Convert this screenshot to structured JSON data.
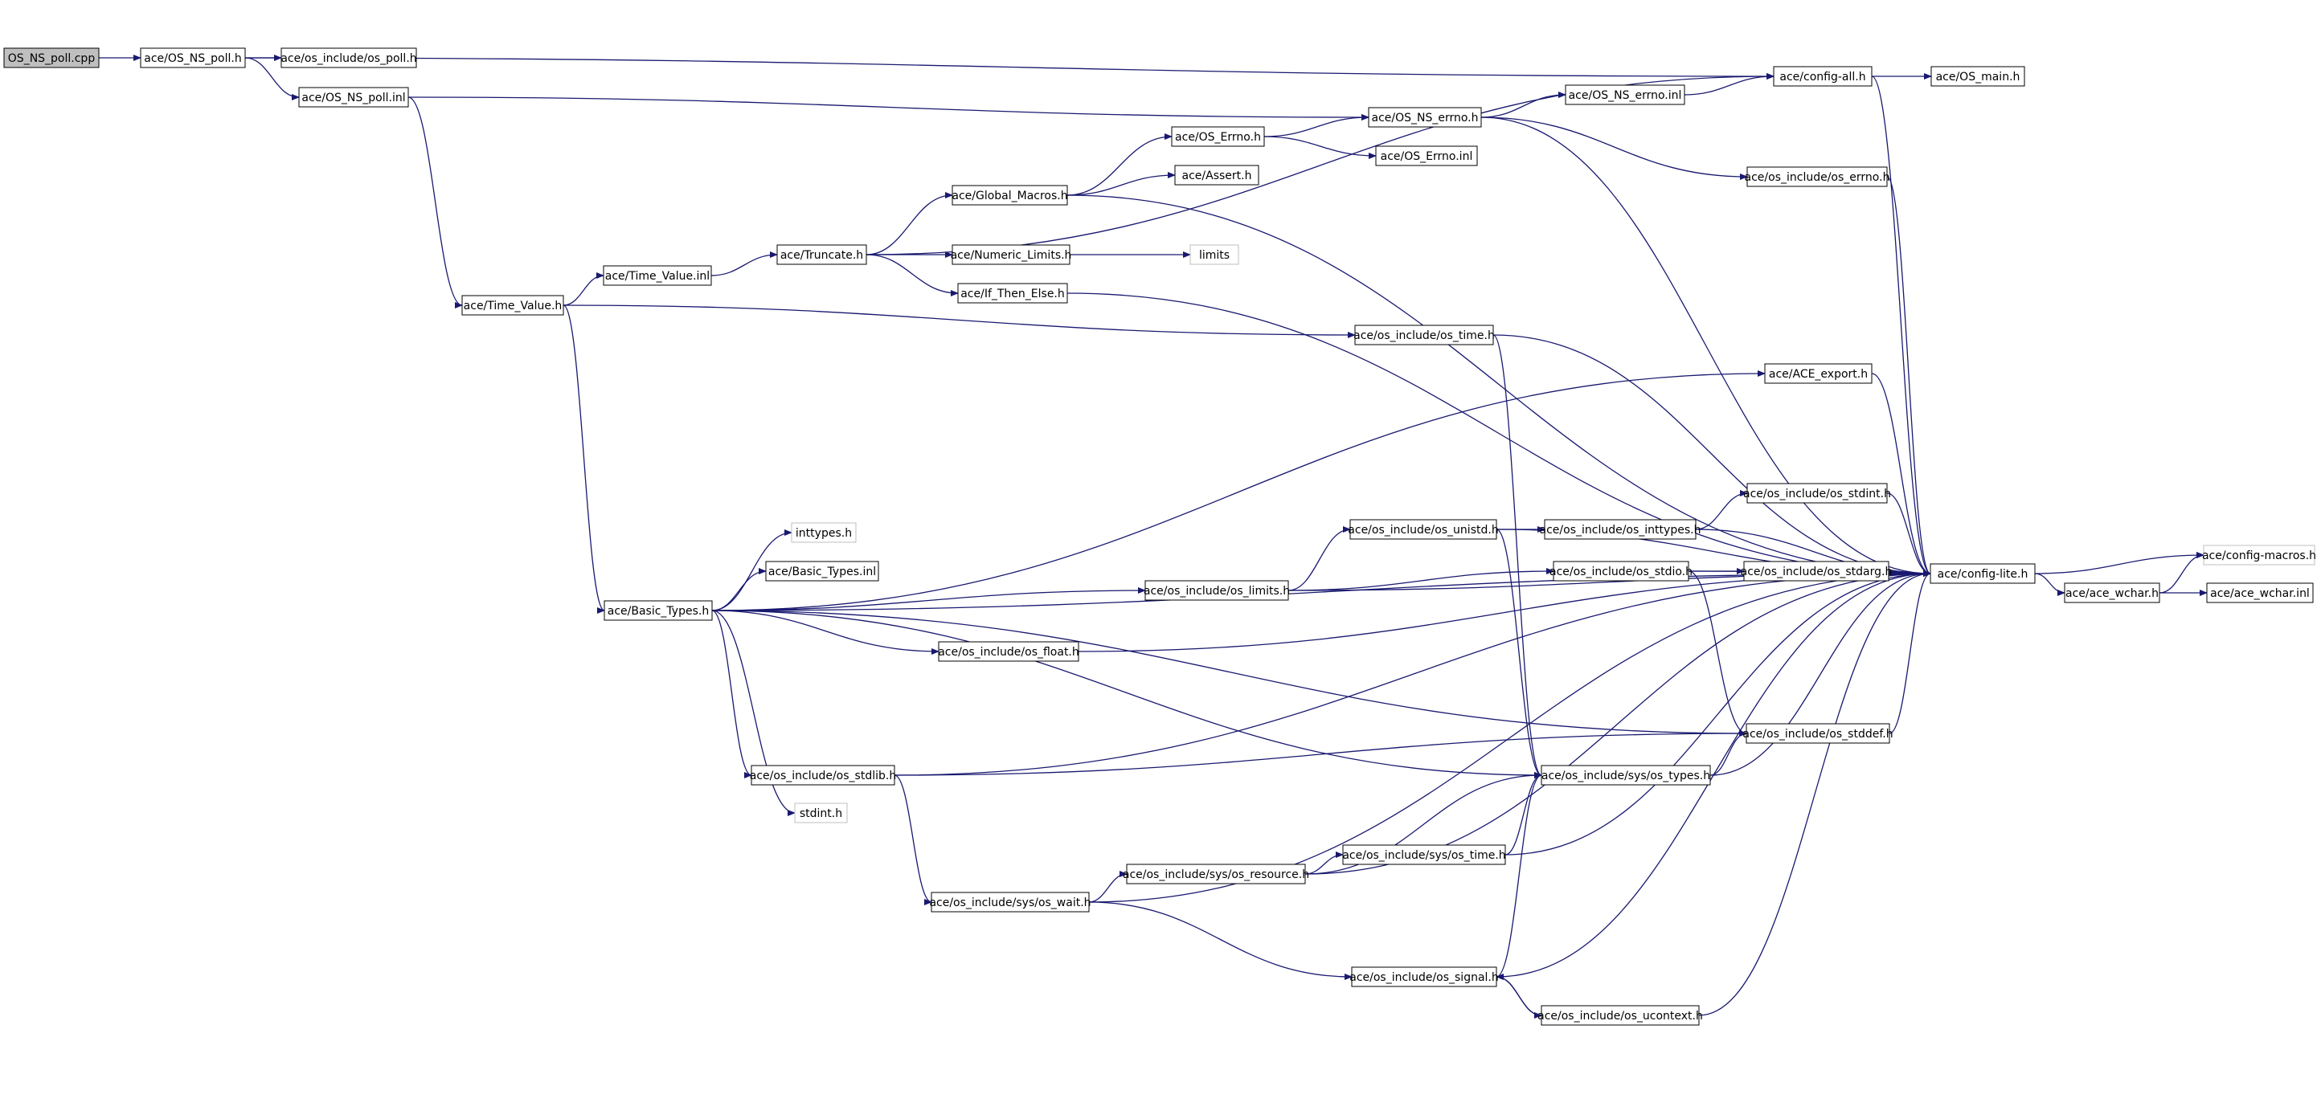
{
  "colors": {
    "edge": "#191970",
    "node_border": "#000000",
    "ghost_border": "#bfbfbf",
    "root_fill": "#bfbfbf",
    "node_fill": "#ffffff",
    "text": "#000000"
  },
  "nodes": [
    {
      "id": "n_root",
      "label": "OS_NS_poll.cpp",
      "style": "root"
    },
    {
      "id": "n_ns_poll_h",
      "label": "ace/OS_NS_poll.h",
      "style": "normal"
    },
    {
      "id": "n_os_poll_h",
      "label": "ace/os_include/os_poll.h",
      "style": "normal"
    },
    {
      "id": "n_ns_poll_inl",
      "label": "ace/OS_NS_poll.inl",
      "style": "normal"
    },
    {
      "id": "n_config_all",
      "label": "ace/config-all.h",
      "style": "normal"
    },
    {
      "id": "n_os_main",
      "label": "ace/OS_main.h",
      "style": "normal"
    },
    {
      "id": "n_ns_errno_inl",
      "label": "ace/OS_NS_errno.inl",
      "style": "normal"
    },
    {
      "id": "n_ns_errno_h",
      "label": "ace/OS_NS_errno.h",
      "style": "normal"
    },
    {
      "id": "n_errno_h",
      "label": "ace/OS_Errno.h",
      "style": "normal"
    },
    {
      "id": "n_errno_inl",
      "label": "ace/OS_Errno.inl",
      "style": "normal"
    },
    {
      "id": "n_assert",
      "label": "ace/Assert.h",
      "style": "normal"
    },
    {
      "id": "n_global_macros",
      "label": "ace/Global_Macros.h",
      "style": "normal"
    },
    {
      "id": "n_os_errno",
      "label": "ace/os_include/os_errno.h",
      "style": "normal"
    },
    {
      "id": "n_numeric_limits",
      "label": "ace/Numeric_Limits.h",
      "style": "normal"
    },
    {
      "id": "n_limits",
      "label": "limits",
      "style": "ghost"
    },
    {
      "id": "n_truncate",
      "label": "ace/Truncate.h",
      "style": "normal"
    },
    {
      "id": "n_time_value_inl",
      "label": "ace/Time_Value.inl",
      "style": "normal"
    },
    {
      "id": "n_if_then_else",
      "label": "ace/If_Then_Else.h",
      "style": "normal"
    },
    {
      "id": "n_time_value_h",
      "label": "ace/Time_Value.h",
      "style": "normal"
    },
    {
      "id": "n_os_time",
      "label": "ace/os_include/os_time.h",
      "style": "normal"
    },
    {
      "id": "n_ace_export",
      "label": "ace/ACE_export.h",
      "style": "normal"
    },
    {
      "id": "n_os_stdint",
      "label": "ace/os_include/os_stdint.h",
      "style": "normal"
    },
    {
      "id": "n_os_unistd",
      "label": "ace/os_include/os_unistd.h",
      "style": "normal"
    },
    {
      "id": "n_os_inttypes",
      "label": "ace/os_include/os_inttypes.h",
      "style": "normal"
    },
    {
      "id": "n_inttypes",
      "label": "inttypes.h",
      "style": "ghost"
    },
    {
      "id": "n_basic_types_inl",
      "label": "ace/Basic_Types.inl",
      "style": "normal"
    },
    {
      "id": "n_config_macros",
      "label": "ace/config-macros.h",
      "style": "ghost"
    },
    {
      "id": "n_os_stdio",
      "label": "ace/os_include/os_stdio.h",
      "style": "normal"
    },
    {
      "id": "n_os_stdarg",
      "label": "ace/os_include/os_stdarg.h",
      "style": "normal"
    },
    {
      "id": "n_config_lite",
      "label": "ace/config-lite.h",
      "style": "normal"
    },
    {
      "id": "n_basic_types_h",
      "label": "ace/Basic_Types.h",
      "style": "normal"
    },
    {
      "id": "n_os_limits",
      "label": "ace/os_include/os_limits.h",
      "style": "normal"
    },
    {
      "id": "n_ace_wchar_h",
      "label": "ace/ace_wchar.h",
      "style": "normal"
    },
    {
      "id": "n_ace_wchar_inl",
      "label": "ace/ace_wchar.inl",
      "style": "normal"
    },
    {
      "id": "n_os_float",
      "label": "ace/os_include/os_float.h",
      "style": "normal"
    },
    {
      "id": "n_os_stddef",
      "label": "ace/os_include/os_stddef.h",
      "style": "normal"
    },
    {
      "id": "n_os_stdlib",
      "label": "ace/os_include/os_stdlib.h",
      "style": "normal"
    },
    {
      "id": "n_sys_os_types",
      "label": "ace/os_include/sys/os_types.h",
      "style": "normal"
    },
    {
      "id": "n_stdint",
      "label": "stdint.h",
      "style": "ghost"
    },
    {
      "id": "n_sys_os_time",
      "label": "ace/os_include/sys/os_time.h",
      "style": "normal"
    },
    {
      "id": "n_sys_os_resource",
      "label": "ace/os_include/sys/os_resource.h",
      "style": "normal"
    },
    {
      "id": "n_sys_os_wait",
      "label": "ace/os_include/sys/os_wait.h",
      "style": "normal"
    },
    {
      "id": "n_os_signal",
      "label": "ace/os_include/os_signal.h",
      "style": "normal"
    },
    {
      "id": "n_os_ucontext",
      "label": "ace/os_include/os_ucontext.h",
      "style": "normal"
    }
  ],
  "edges": [
    [
      "n_root",
      "n_ns_poll_h"
    ],
    [
      "n_ns_poll_h",
      "n_os_poll_h"
    ],
    [
      "n_ns_poll_h",
      "n_ns_poll_inl"
    ],
    [
      "n_ns_poll_h",
      "n_config_all"
    ],
    [
      "n_ns_poll_inl",
      "n_ns_errno_h"
    ],
    [
      "n_ns_poll_inl",
      "n_time_value_h"
    ],
    [
      "n_config_all",
      "n_os_main"
    ],
    [
      "n_config_all",
      "n_config_lite"
    ],
    [
      "n_ns_errno_h",
      "n_ns_errno_inl"
    ],
    [
      "n_ns_errno_h",
      "n_os_errno"
    ],
    [
      "n_ns_errno_h",
      "n_config_lite"
    ],
    [
      "n_ns_errno_inl",
      "n_config_all"
    ],
    [
      "n_errno_h",
      "n_ns_errno_h"
    ],
    [
      "n_errno_h",
      "n_errno_inl"
    ],
    [
      "n_global_macros",
      "n_errno_h"
    ],
    [
      "n_global_macros",
      "n_assert"
    ],
    [
      "n_global_macros",
      "n_config_lite"
    ],
    [
      "n_os_errno",
      "n_config_lite"
    ],
    [
      "n_truncate",
      "n_global_macros"
    ],
    [
      "n_truncate",
      "n_numeric_limits"
    ],
    [
      "n_truncate",
      "n_if_then_else"
    ],
    [
      "n_truncate",
      "n_config_all"
    ],
    [
      "n_numeric_limits",
      "n_limits"
    ],
    [
      "n_if_then_else",
      "n_config_lite"
    ],
    [
      "n_time_value_inl",
      "n_truncate"
    ],
    [
      "n_time_value_h",
      "n_time_value_inl"
    ],
    [
      "n_time_value_h",
      "n_os_time"
    ],
    [
      "n_time_value_h",
      "n_basic_types_h"
    ],
    [
      "n_os_time",
      "n_config_lite"
    ],
    [
      "n_os_time",
      "n_sys_os_types"
    ],
    [
      "n_ace_export",
      "n_config_lite"
    ],
    [
      "n_basic_types_h",
      "n_ace_export"
    ],
    [
      "n_basic_types_h",
      "n_config_lite"
    ],
    [
      "n_basic_types_h",
      "n_inttypes"
    ],
    [
      "n_basic_types_h",
      "n_basic_types_inl"
    ],
    [
      "n_basic_types_h",
      "n_os_limits"
    ],
    [
      "n_basic_types_h",
      "n_os_float"
    ],
    [
      "n_basic_types_h",
      "n_os_stddef"
    ],
    [
      "n_basic_types_h",
      "n_sys_os_types"
    ],
    [
      "n_basic_types_h",
      "n_os_stdlib"
    ],
    [
      "n_basic_types_h",
      "n_stdint"
    ],
    [
      "n_os_limits",
      "n_os_unistd"
    ],
    [
      "n_os_limits",
      "n_os_stdio"
    ],
    [
      "n_os_limits",
      "n_config_lite"
    ],
    [
      "n_os_unistd",
      "n_os_inttypes"
    ],
    [
      "n_os_unistd",
      "n_config_lite"
    ],
    [
      "n_os_unistd",
      "n_sys_os_types"
    ],
    [
      "n_os_inttypes",
      "n_os_stdint"
    ],
    [
      "n_os_inttypes",
      "n_config_lite"
    ],
    [
      "n_os_stdint",
      "n_config_lite"
    ],
    [
      "n_os_stdio",
      "n_os_stdarg"
    ],
    [
      "n_os_stdio",
      "n_config_lite"
    ],
    [
      "n_os_stdio",
      "n_os_stddef"
    ],
    [
      "n_os_stdarg",
      "n_config_lite"
    ],
    [
      "n_config_lite",
      "n_config_macros"
    ],
    [
      "n_config_lite",
      "n_ace_wchar_h"
    ],
    [
      "n_ace_wchar_h",
      "n_config_macros"
    ],
    [
      "n_ace_wchar_h",
      "n_ace_wchar_inl"
    ],
    [
      "n_os_float",
      "n_config_lite"
    ],
    [
      "n_os_stddef",
      "n_config_lite"
    ],
    [
      "n_sys_os_types",
      "n_os_stddef"
    ],
    [
      "n_sys_os_types",
      "n_config_lite"
    ],
    [
      "n_os_stdlib",
      "n_os_stddef"
    ],
    [
      "n_os_stdlib",
      "n_sys_os_wait"
    ],
    [
      "n_os_stdlib",
      "n_config_lite"
    ],
    [
      "n_sys_os_wait",
      "n_sys_os_resource"
    ],
    [
      "n_sys_os_wait",
      "n_config_lite"
    ],
    [
      "n_sys_os_wait",
      "n_os_signal"
    ],
    [
      "n_sys_os_resource",
      "n_sys_os_types"
    ],
    [
      "n_sys_os_resource",
      "n_sys_os_time"
    ],
    [
      "n_sys_os_resource",
      "n_config_lite"
    ],
    [
      "n_sys_os_time",
      "n_sys_os_types"
    ],
    [
      "n_sys_os_time",
      "n_config_lite"
    ],
    [
      "n_os_signal",
      "n_sys_os_types"
    ],
    [
      "n_os_signal",
      "n_os_ucontext"
    ],
    [
      "n_os_signal",
      "n_config_lite"
    ],
    [
      "n_os_ucontext",
      "n_os_signal"
    ],
    [
      "n_os_ucontext",
      "n_config_lite"
    ]
  ]
}
